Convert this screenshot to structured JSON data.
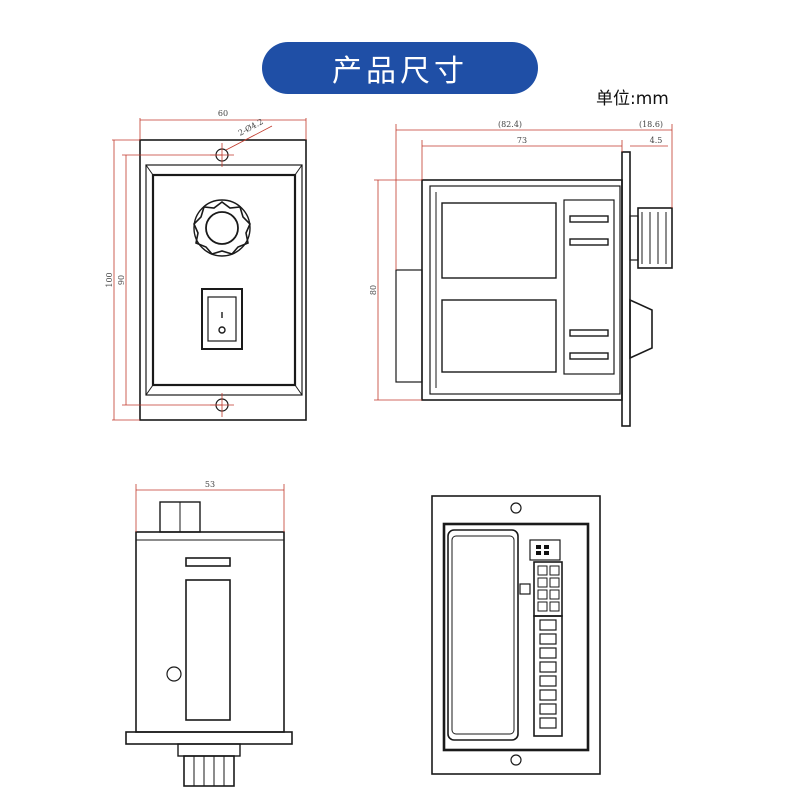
{
  "header": {
    "title": "产品尺寸",
    "unit_label": "单位:mm"
  },
  "front_view": {
    "width_dim": "60",
    "hole_dim": "2-Ø4.2",
    "height_outer_dim": "100",
    "height_inner_dim": "90"
  },
  "side_view": {
    "overall_dim": "(82.4)",
    "body_dim": "73",
    "protrusion_dim": "(18.6)",
    "plate_dim": "4.5",
    "height_dim": "80"
  },
  "bottom_view": {
    "width_dim": "53"
  },
  "colors": {
    "banner": "#1f4fa6",
    "dimension_lines": "#c0392b",
    "outline": "#1a1a1a"
  }
}
